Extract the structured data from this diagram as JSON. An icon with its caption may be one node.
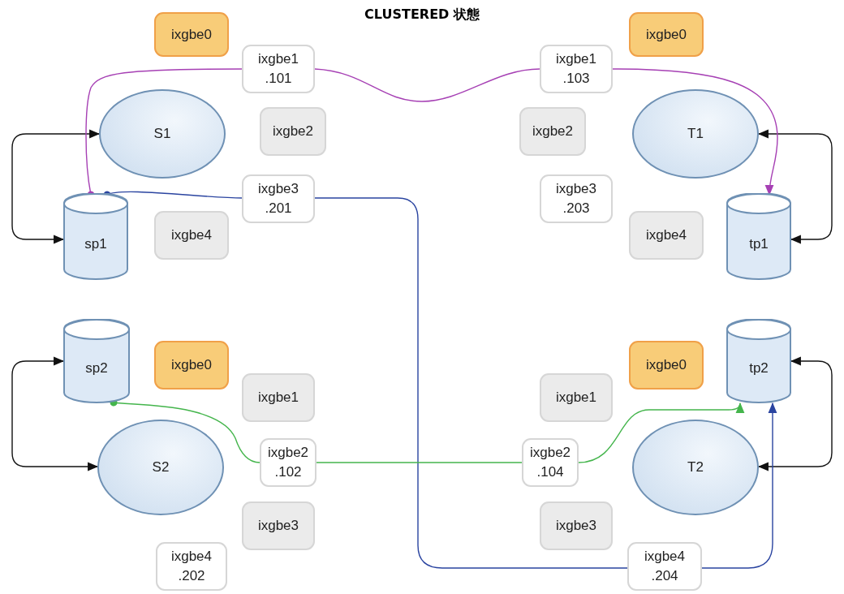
{
  "diagram": {
    "title": "CLUSTERED 状態",
    "nodes": [
      {
        "text": [
          "S1"
        ]
      },
      {
        "text": [
          "sp1"
        ]
      },
      {
        "text": [
          "ixgbe0"
        ]
      },
      {
        "text": [
          "ixgbe1 .101"
        ]
      },
      {
        "text": [
          "ixgbe2"
        ]
      },
      {
        "text": [
          "ixgbe3 .201"
        ]
      },
      {
        "text": [
          "ixgbe4"
        ]
      },
      {
        "text": [
          "ixgbe0"
        ]
      },
      {
        "text": [
          "ixgbe1 .103"
        ]
      },
      {
        "text": [
          "ixgbe2"
        ]
      },
      {
        "text": [
          "ixgbe3 .203"
        ]
      },
      {
        "text": [
          "ixgbe4"
        ]
      },
      {
        "text": [
          "T1"
        ]
      },
      {
        "text": [
          "tp1"
        ]
      },
      {
        "text": [
          "sp2"
        ]
      },
      {
        "text": [
          "ixgbe0"
        ]
      },
      {
        "text": [
          "ixgbe1"
        ]
      },
      {
        "text": [
          "S2"
        ]
      },
      {
        "text": [
          "ixgbe2 .102"
        ]
      },
      {
        "text": [
          "ixgbe3"
        ]
      },
      {
        "text": [
          "ixgbe4 .202"
        ]
      },
      {
        "text": [
          "ixgbe0"
        ]
      },
      {
        "text": [
          "tp2"
        ]
      },
      {
        "text": [
          "ixgbe1"
        ]
      },
      {
        "text": [
          "ixgbe2 .104"
        ]
      },
      {
        "text": [
          "T2"
        ]
      },
      {
        "text": [
          "ixgbe3"
        ]
      },
      {
        "text": [
          "ixgbe4 .204"
        ]
      }
    ],
    "edges": [
      {
        "from": 0,
        "to": 1,
        "arrow": "both"
      },
      {
        "from": 12,
        "to": 13,
        "arrow": "both"
      },
      {
        "from": 14,
        "to": 17,
        "arrow": "both"
      },
      {
        "from": 22,
        "to": 25,
        "arrow": "both"
      },
      {
        "from": 1,
        "to": 3,
        "arrow": "other",
        "color": "#a640b4"
      },
      {
        "from": 3,
        "to": 8,
        "arrow": "none",
        "color": "#a640b4"
      },
      {
        "from": 8,
        "to": 13,
        "arrow": "to",
        "color": "#a640b4"
      },
      {
        "from": 1,
        "to": 5,
        "arrow": "other",
        "color": "#2a44a0"
      },
      {
        "from": 5,
        "to": 27,
        "arrow": "none",
        "color": "#2a44a0"
      },
      {
        "from": 27,
        "to": 22,
        "arrow": "to",
        "color": "#2a44a0"
      },
      {
        "from": 14,
        "to": 18,
        "arrow": "other",
        "color": "#44b54c"
      },
      {
        "from": 18,
        "to": 24,
        "arrow": "none",
        "color": "#44b54c"
      },
      {
        "from": 24,
        "to": 22,
        "arrow": "to",
        "color": "#44b54c"
      }
    ]
  }
}
